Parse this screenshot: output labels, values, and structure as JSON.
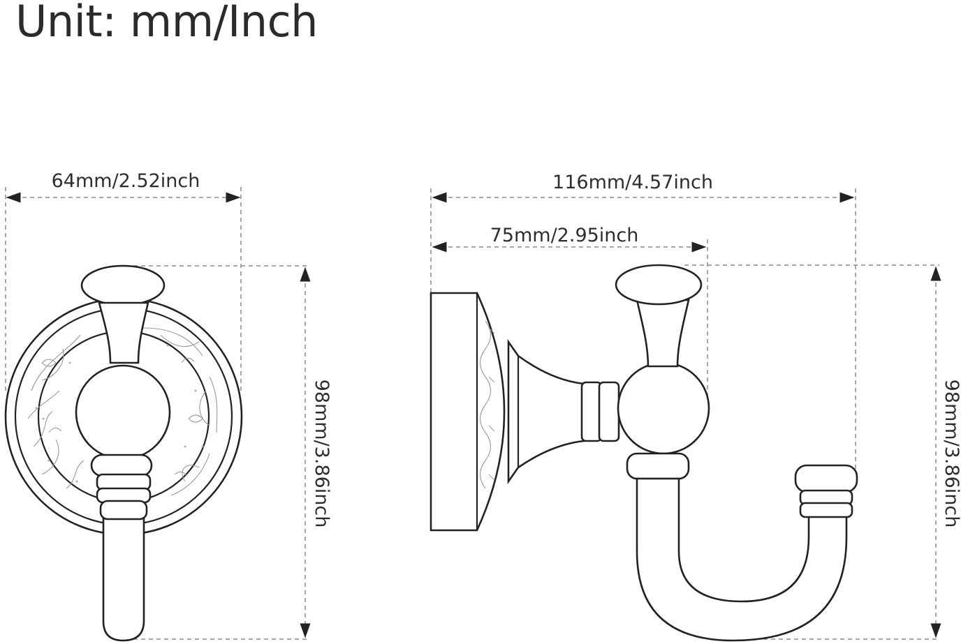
{
  "title": "Unit: mm/Inch",
  "dimensions": {
    "front_width": "64mm/2.52inch",
    "front_height": "98mm/3.86inch",
    "side_total_width": "116mm/4.57inch",
    "side_projection": "75mm/2.95inch",
    "side_height": "98mm/3.86inch"
  },
  "colors": {
    "line": "#222222",
    "dimension_line": "#8a8a8a",
    "text": "#2e2e2e"
  }
}
